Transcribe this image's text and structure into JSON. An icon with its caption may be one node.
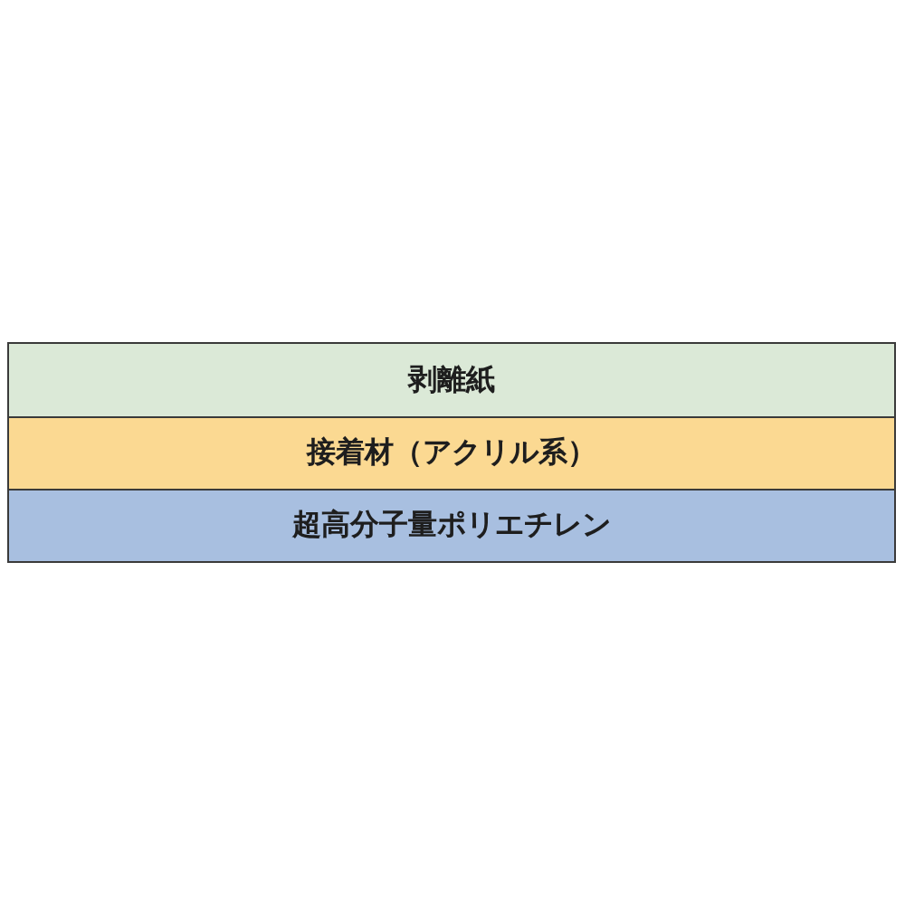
{
  "diagram": {
    "nodes": [
      {
        "text": [
          "剥離紙"
        ]
      },
      {
        "text": [
          "接着材（アクリル系）"
        ]
      },
      {
        "text": [
          "超高分子量ポリエチレン"
        ]
      }
    ]
  }
}
